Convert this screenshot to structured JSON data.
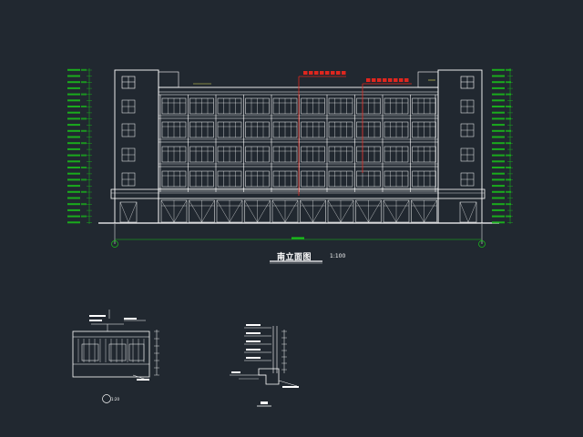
{
  "drawing": {
    "title": "南立面图",
    "scale": "1:100",
    "detail_tag": "1:20",
    "colors": {
      "background": "#212830",
      "linework": "#ffffff",
      "dimensions": "#19c319",
      "callout": "#e0261e",
      "annotation_text": "#e6e35a"
    }
  }
}
